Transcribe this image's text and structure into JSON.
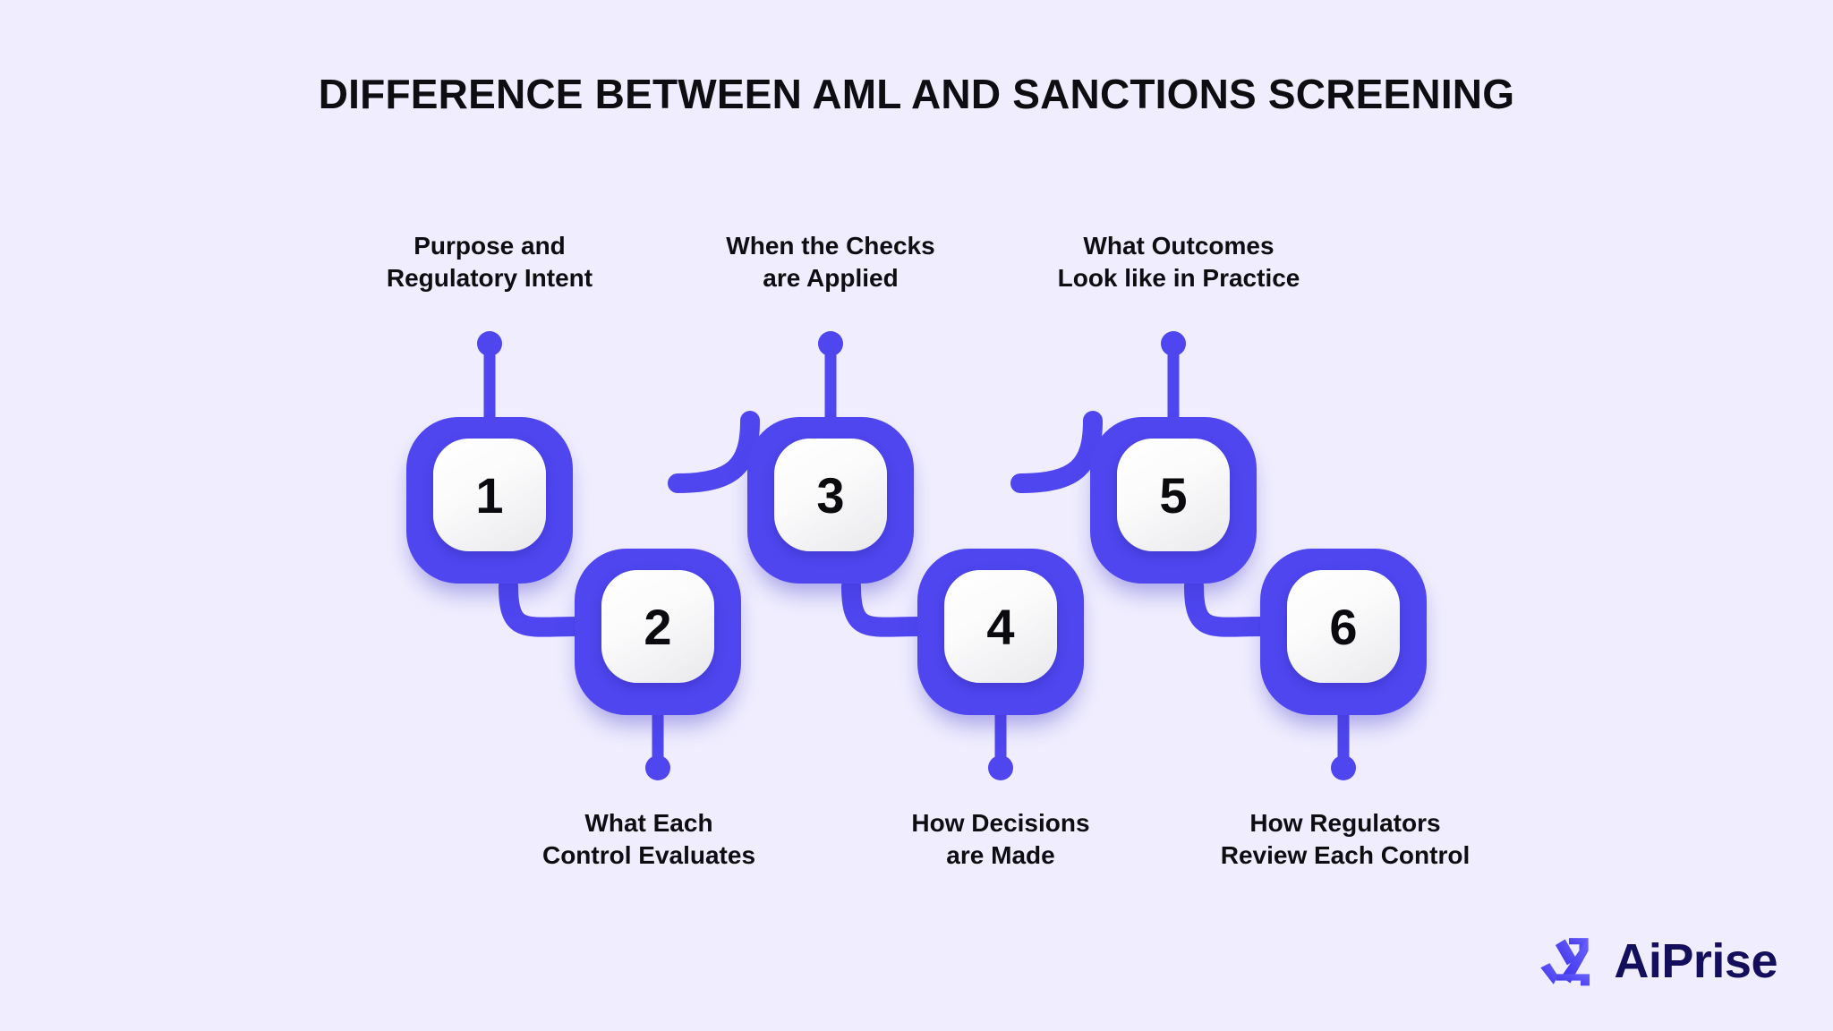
{
  "page": {
    "title": "DIFFERENCE BETWEEN AML AND SANCTIONS SCREENING",
    "background_color": "#f0eefe",
    "accent_color": "#4f46f0",
    "text_color": "#0d0d12"
  },
  "steps": [
    {
      "number": "1",
      "label": "Purpose and\nRegulatory Intent",
      "position": "top"
    },
    {
      "number": "2",
      "label": "What Each\nControl Evaluates",
      "position": "bottom"
    },
    {
      "number": "3",
      "label": "When the Checks\nare Applied",
      "position": "top"
    },
    {
      "number": "4",
      "label": "How Decisions\nare Made",
      "position": "bottom"
    },
    {
      "number": "5",
      "label": "What Outcomes\nLook like in Practice",
      "position": "top"
    },
    {
      "number": "6",
      "label": "How Regulators\nReview Each Control",
      "position": "bottom"
    }
  ],
  "logo": {
    "wordmark": "AiPrise",
    "mark_color": "#4f46f0",
    "wordmark_color": "#140f5c"
  }
}
